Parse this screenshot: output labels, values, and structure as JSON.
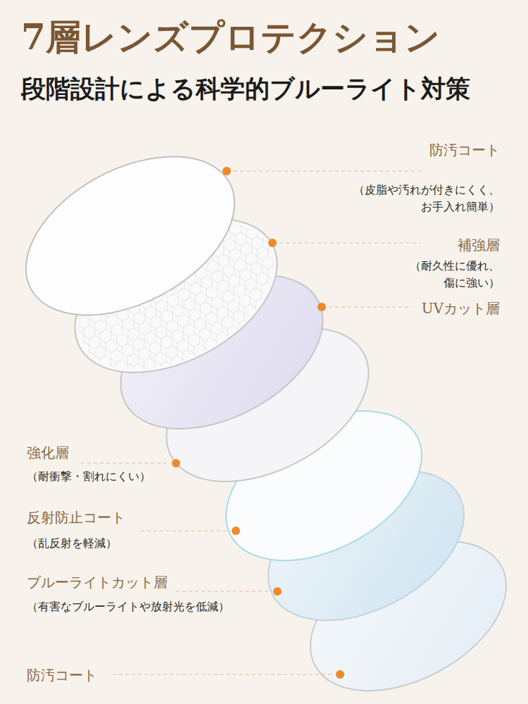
{
  "diagram": {
    "title": "7層レンズプロテクション",
    "labels": [
      "段階設計による科学的ブルーライト対策",
      "防汚コート",
      "（皮脂や汚れが付きにくく、 お手入れ簡単）",
      "補強層",
      "（耐久性に優れ、 傷に強い）",
      "UVカット層",
      "強化層",
      "（耐衝撃・割れにくい）",
      "反射防止コート",
      "（乱反射を軽減）",
      "ブルーライトカット層",
      "（有害なブルーライトや放射光を低減）",
      "防汚コート"
    ]
  }
}
